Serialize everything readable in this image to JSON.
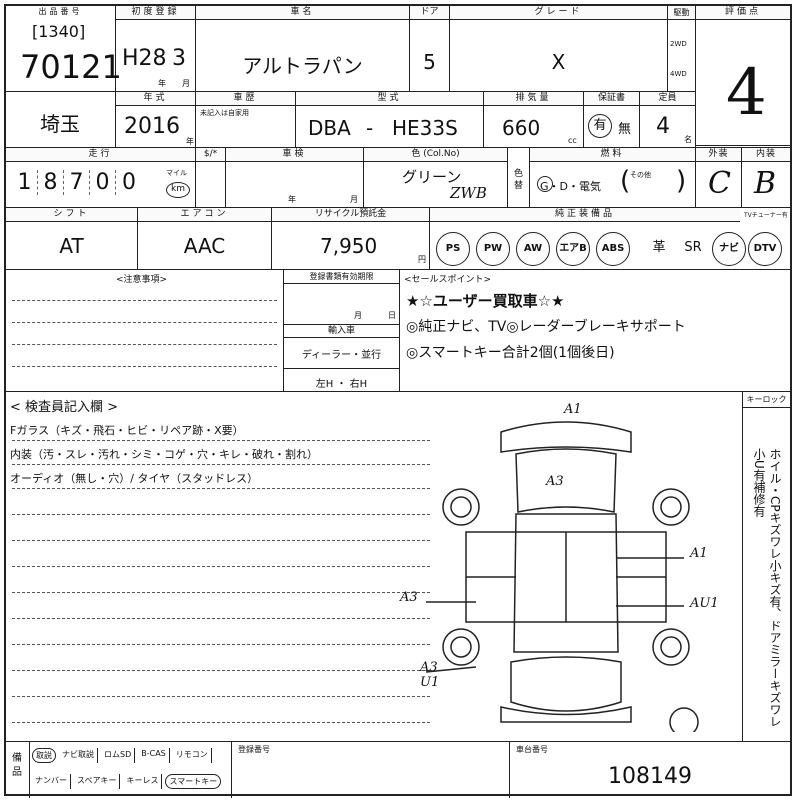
{
  "header": {
    "lot_label": "出品番号",
    "lot_branch": "[1340]",
    "lot_number": "70121",
    "first_reg_label": "初度登録",
    "first_reg_era": "H28",
    "first_reg_month": "3",
    "year_unit": "年",
    "month_unit": "月",
    "car_name_label": "車名",
    "car_name": "アルトラパン",
    "doors_label": "ドア",
    "doors": "5",
    "grade_label": "グレード",
    "grade": "X",
    "drive_label": "駆動",
    "drive_2wd": "2WD",
    "drive_4wd": "4WD",
    "rating_label": "評価点",
    "rating": "4"
  },
  "row2": {
    "region": "埼玉",
    "year_label": "年式",
    "year": "2016",
    "year_unit": "年",
    "history_label": "車歴",
    "history_note": "未記入は自家用",
    "model_label": "型式",
    "model_prefix": "DBA",
    "model_dash": "-",
    "model_code": "HE33S",
    "displacement_label": "排気量",
    "displacement": "660",
    "cc_unit": "cc",
    "warranty_label": "保証書",
    "warranty_yes": "有",
    "warranty_no": "無",
    "capacity_label": "定員",
    "capacity": "4",
    "capacity_unit": "名"
  },
  "row3": {
    "mileage_label": "走行",
    "mileage_digits": [
      "1",
      "8",
      "7",
      "0",
      "0"
    ],
    "mileage_unit_mile": "マイル",
    "mileage_unit_km": "km",
    "ac_label": "$/*",
    "inspection_label": "車検",
    "inspection_year": "年",
    "inspection_month": "月",
    "color_label": "色 (Col.No)",
    "color": "グリーン",
    "color_code": "ZWB",
    "color_change_label": "色替",
    "fuel_label": "燃料",
    "fuel_options": "G・D・電気",
    "fuel_other": "その他",
    "fuel_selected": "G",
    "exterior_label": "外装",
    "exterior": "C",
    "interior_label": "内装",
    "interior": "B"
  },
  "row4": {
    "shift_label": "シフト",
    "shift": "AT",
    "aircon_label": "エアコン",
    "aircon": "AAC",
    "recycle_label": "リサイクル預託金",
    "recycle": "7,950",
    "recycle_unit": "円",
    "equipment_label": "純正装備品",
    "equipment": [
      "PS",
      "PW",
      "AW",
      "エアB",
      "ABS",
      "革",
      "SR",
      "ナビ",
      "DTV"
    ],
    "equipment_circled": [
      true,
      true,
      true,
      true,
      true,
      false,
      false,
      true,
      true
    ],
    "tv_tuner_label": "TVチューナー有"
  },
  "notes": {
    "caution_label": "<注意事項>",
    "reg_doc_label": "登録書類有効期限",
    "reg_month": "月",
    "reg_day": "日",
    "import_label": "輸入車",
    "import_dealer": "ディーラー・並行",
    "import_handle": "左H ・ 右H",
    "sales_label": "<セールスポイント>",
    "sales_points": [
      "★☆ユーザー買取車☆★",
      "◎純正ナビ、TV◎レーダーブレーキサポート",
      "◎スマートキー合計2個(1個後日)"
    ]
  },
  "inspection": {
    "title": "< 検査員記入欄 >",
    "lines": [
      "Fガラス（キズ・飛石・ヒビ・リペア跡・X要）",
      "内装（汚・スレ・汚れ・シミ・コゲ・穴・キレ・破れ・割れ）",
      "オーディオ（無し・穴）/ タイヤ（スタッドレス）"
    ],
    "keylock_label": "キーロック",
    "side_note": "ホイル・CPキズワレ小キズ有、ドアミラーキズワレ小U有補修有",
    "damage_marks": [
      "A1",
      "A3",
      "A1",
      "A3",
      "AU1",
      "A3 U1"
    ]
  },
  "footer": {
    "equip_label": "備品",
    "items_row1": [
      "取説",
      "ナビ取説",
      "ロムSD",
      "B-CAS",
      "リモコン"
    ],
    "items_row2": [
      "ナンバー",
      "スペアキー",
      "キーレス",
      "スマートキー"
    ],
    "circled": [
      "取説",
      "スマートキー"
    ],
    "reg_number_label": "登録番号",
    "chassis_label": "車台番号",
    "chassis_number": "108149"
  }
}
